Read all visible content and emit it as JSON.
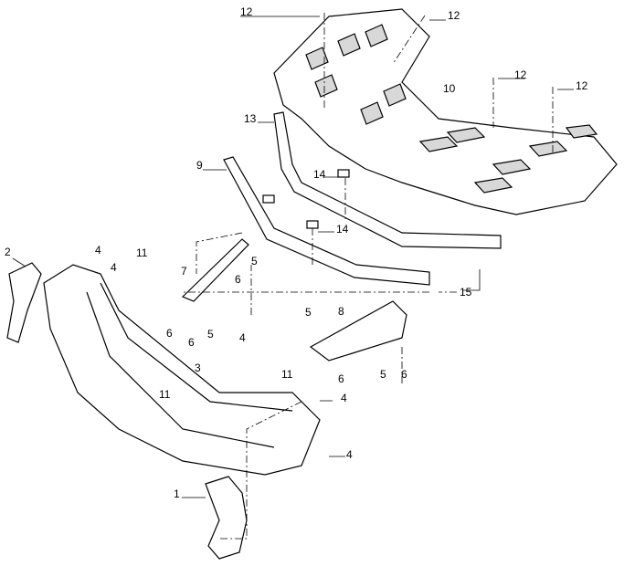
{
  "callouts": [
    "12",
    "12",
    "12",
    "12",
    "10",
    "13",
    "9",
    "14",
    "14",
    "2",
    "4",
    "4",
    "11",
    "7",
    "5",
    "6",
    "15",
    "5",
    "8",
    "6",
    "6",
    "5",
    "4",
    "3",
    "11",
    "6",
    "5",
    "6",
    "11",
    "4",
    "1",
    "4"
  ],
  "colors": {
    "line": "#000000",
    "fill": "#ffffff",
    "shade": "#d8d8d8"
  }
}
